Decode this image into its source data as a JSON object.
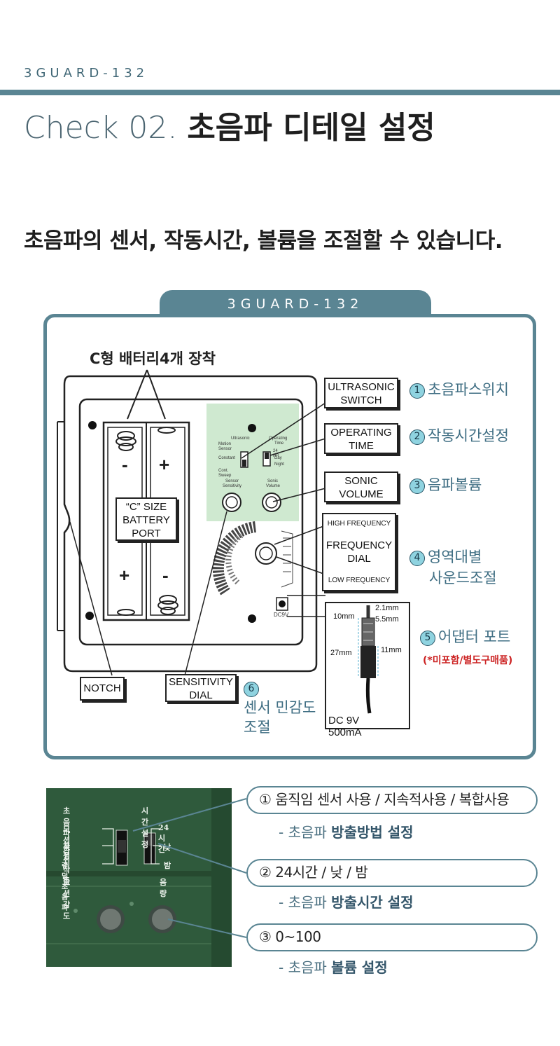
{
  "header": {
    "brand": "3GUARD-132",
    "title_light": "Check 02.",
    "title_bold": "초음파 디테일 설정",
    "subtitle": "초음파의 센서, 작동시간, 볼륨을 조절할 수 있습니다."
  },
  "diagram": {
    "tab_label": "3GUARD-132",
    "battery_label": "C형 배터리4개 장착",
    "battery_port": [
      "“C” SIZE",
      "BATTERY",
      "PORT"
    ],
    "plus": "+",
    "minus": "-",
    "device_text": {
      "ultrasonic": "Ultrasonic",
      "motion_sensor": [
        "Motion",
        "Sensor"
      ],
      "constant": "Constant",
      "cont_sweep": "Cont. Sweep",
      "operating_time": [
        "Operating",
        "Time"
      ],
      "hr24": "24 HR",
      "day": "Day",
      "night": "Night",
      "sensor_sensitivity": [
        "Sensor",
        "Sensitivity"
      ],
      "sonic_volume": [
        "Sonic",
        "Volume"
      ],
      "dc9v": "DC9V"
    },
    "boxes": {
      "ultrasonic_switch": [
        "ULTRASONIC",
        "SWITCH"
      ],
      "operating_time": [
        "OPERATING",
        "TIME"
      ],
      "sonic_volume": [
        "SONIC",
        "VOLUME"
      ],
      "high_frequency": "HIGH FREQUENCY",
      "frequency_dial": [
        "FREQUENCY",
        "DIAL"
      ],
      "low_frequency": "LOW FREQUENCY",
      "notch": "NOTCH",
      "sensitivity_dial": [
        "SENSITIVITY",
        "DIAL"
      ]
    },
    "callouts": {
      "c1_num": "1",
      "c1": "초음파스위치",
      "c2_num": "2",
      "c2": "작동시간설정",
      "c3_num": "3",
      "c3": "음파볼륨",
      "c4_num": "4",
      "c4_line1": "영역대별",
      "c4_line2": "사운드조절",
      "c5_num": "5",
      "c5": "어댑터 포트",
      "c5_note": "(*미포함/별도구매품)",
      "c6_num": "6",
      "c6_line1": "센서 민감도",
      "c6_line2": "조절"
    },
    "adapter": {
      "d21": "2.1mm",
      "d55": "5.5mm",
      "d10": "10mm",
      "d27": "27mm",
      "d11": "11mm",
      "spec": "DC 9V 500mA"
    }
  },
  "photo": {
    "ultrasonic_setting": "초음파 설정",
    "time_setting": "시간설정",
    "motion_detect": "모션감지",
    "hr24": "24시간",
    "constant_op": "상시작동",
    "day": "낮",
    "random_ultrasonic": "랜덤 초음파",
    "night": "밤",
    "motion_sensitivity": "모션 감도",
    "volume": "음량"
  },
  "settings": [
    {
      "text": "① 움직임 센서 사용 / 지속적사용 / 복합사용",
      "sub_prefix": "- 초음파 ",
      "sub_bold": "방출방법 설정"
    },
    {
      "text": "② 24시간 / 낮 / 밤",
      "sub_prefix": "- 초음파 ",
      "sub_bold": "방출시간 설정"
    },
    {
      "text": "③ 0~100",
      "sub_prefix": "- 초음파 ",
      "sub_bold": "볼륨 설정"
    }
  ],
  "colors": {
    "accent": "#5a8593",
    "callout_text": "#3f6e83",
    "note_red": "#cc2222",
    "highlight": "#cfe9d0",
    "photo_bg": "#2f5a3c"
  }
}
